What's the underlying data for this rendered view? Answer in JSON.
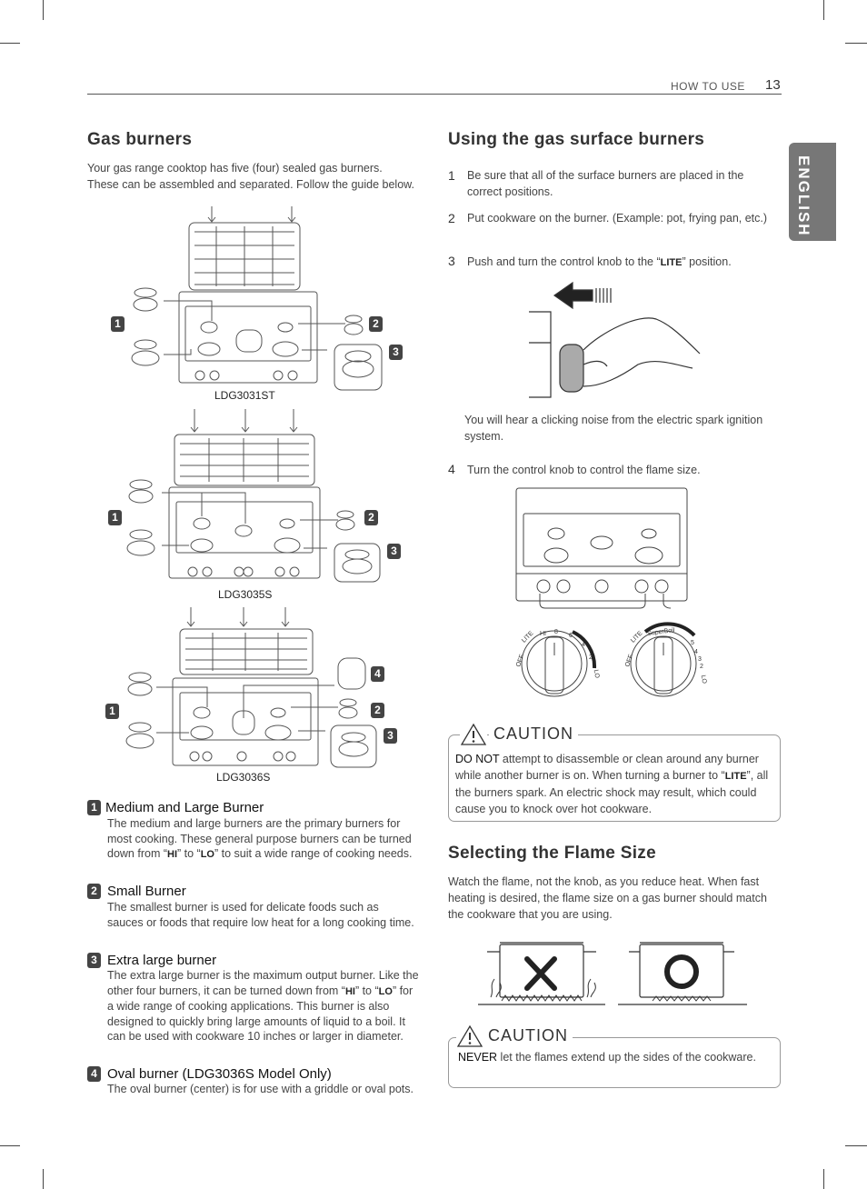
{
  "header": {
    "section": "HOW TO USE",
    "page_number": "13",
    "language_tab": "ENGLISH"
  },
  "gas_burners": {
    "title": "Gas burners",
    "intro": "Your gas range cooktop has five (four) sealed gas burners. These can be assembled and separated. Follow the guide below.",
    "models": [
      "LDG3031ST",
      "LDG3035S",
      "LDG3036S"
    ],
    "callouts": [
      "1",
      "2",
      "3",
      "4"
    ],
    "features": [
      {
        "num": "1",
        "title": "Medium and Large Burner",
        "text_a": "The medium and large burners are the primary burners for most cooking. These general purpose burners can be turned down from “",
        "kw1": "HI",
        "text_b": "” to “",
        "kw2": "LO",
        "text_c": "” to suit a wide range of cooking needs."
      },
      {
        "num": "2",
        "title": "Small Burner",
        "text": "The smallest burner is used for delicate foods such as sauces or foods that require low heat for a long cooking time."
      },
      {
        "num": "3",
        "title": "Extra large burner",
        "text_a": "The extra large burner is the maximum output burner. Like the other four burners, it can be turned down from “",
        "kw1": "HI",
        "text_b": "” to “",
        "kw2": "LO",
        "text_c": "” for a wide range of cooking applications. This burner is also designed to quickly bring large amounts of liquid to a boil. It can be used with cookware 10 inches or larger in diameter."
      },
      {
        "num": "4",
        "title": "Oval burner (LDG3036S Model Only)",
        "text": "The oval burner (center) is for use with a griddle or oval pots."
      }
    ]
  },
  "using": {
    "title": "Using the gas surface burners",
    "steps": [
      {
        "num": "1",
        "text": "Be sure that all of the surface burners are placed in the correct positions."
      },
      {
        "num": "2",
        "text": "Put cookware on the burner. (Example: pot, frying pan, etc.)"
      },
      {
        "num": "3",
        "text_a": "Push and turn the control knob to the “",
        "kw": "LITE",
        "text_b": "” position."
      },
      {
        "num": "4",
        "text": "Turn the control knob to control the flame size."
      }
    ],
    "click_note": "You will hear a clicking noise from the electric spark ignition system.",
    "knob_left_labels": [
      "OFF",
      "LITE",
      "HI",
      "8",
      "6",
      "4",
      "2",
      "LO"
    ],
    "knob_right_labels": [
      "OFF",
      "LITE",
      "SuperBoil",
      "5",
      "4",
      "3",
      "2",
      "LO"
    ]
  },
  "caution1": {
    "head": "CAUTION",
    "kw": "DO NOT",
    "text_a": " attempt to disassemble or clean around any burner while another burner is on. When turning a burner to “",
    "kw2": "LITE",
    "text_b": "”, all the burners spark. An electric shock may result, which could cause you to knock over hot cookware."
  },
  "flame": {
    "title": "Selecting the Flame Size",
    "text": "Watch the flame, not the knob, as you reduce heat. When fast heating is desired, the flame size on a gas burner should match the cookware that you are using."
  },
  "caution2": {
    "head": "CAUTION",
    "kw": "NEVER",
    "text": " let the flames extend up the sides of the cookware."
  }
}
